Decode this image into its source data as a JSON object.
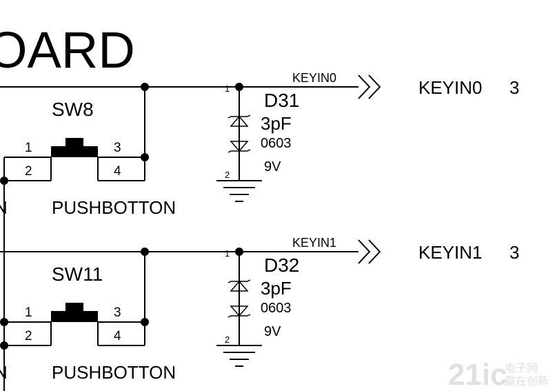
{
  "title": "OARD",
  "circuits": [
    {
      "switch_ref": "SW8",
      "switch_value": "PUSHBOTTON",
      "pins": [
        "1",
        "2",
        "3",
        "4"
      ],
      "diode_ref": "D31",
      "diode_cap": "3pF",
      "diode_pkg": "0603",
      "diode_voltage": "9V",
      "diode_pin1": "1",
      "diode_pin2": "2",
      "net_label": "KEYIN0",
      "port_label": "KEYIN0",
      "port_sheet": "3",
      "left_label": "N"
    },
    {
      "switch_ref": "SW11",
      "switch_value": "PUSHBOTTON",
      "pins": [
        "1",
        "2",
        "3",
        "4"
      ],
      "diode_ref": "D32",
      "diode_cap": "3pF",
      "diode_pkg": "0603",
      "diode_voltage": "9V",
      "diode_pin1": "1",
      "diode_pin2": "2",
      "net_label": "KEYIN1",
      "port_label": "KEYIN1",
      "port_sheet": "3",
      "left_label": "N"
    }
  ],
  "watermark": {
    "logo": "21ic",
    "cn_top": "电子网",
    "cn_bottom": "赢在创新"
  }
}
